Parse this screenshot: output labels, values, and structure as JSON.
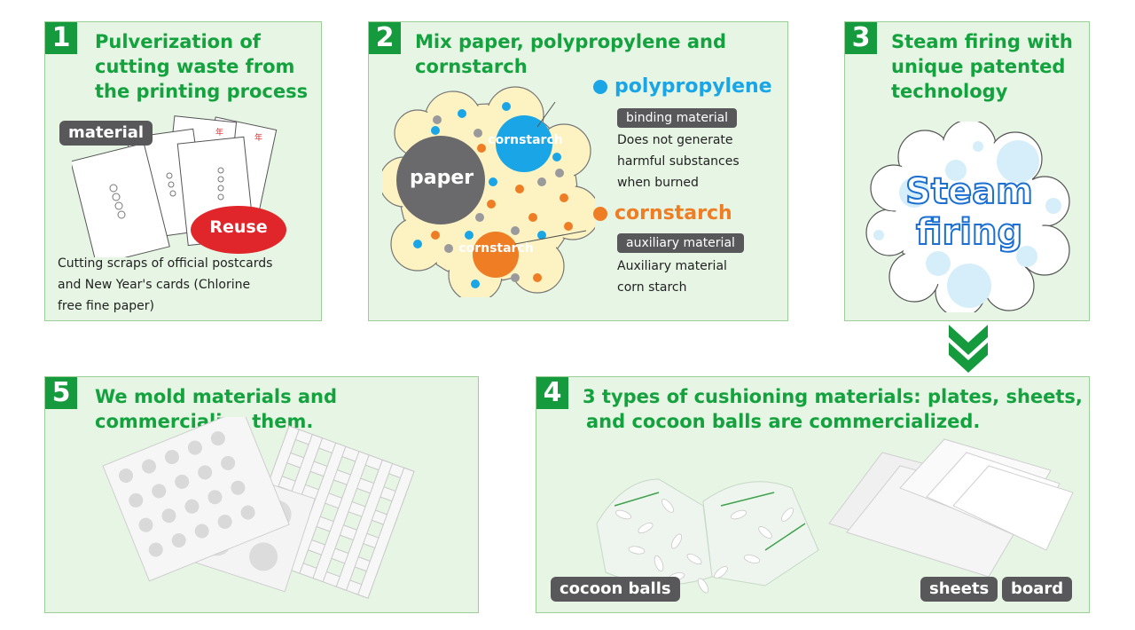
{
  "steps": [
    {
      "number": "1",
      "title": [
        "Pulverization of",
        "cutting waste from",
        "the printing process"
      ],
      "material_tag": "material",
      "reuse_label": "Reuse",
      "description": [
        "Cutting scraps of official postcards",
        "and New Year's cards (Chlorine",
        "free fine paper)"
      ]
    },
    {
      "number": "2",
      "title": [
        "Mix paper, polypropylene and",
        "cornstarch"
      ],
      "paper_label": "paper",
      "cornstarch_label": "cornstarch",
      "pp_name": "polypropylene",
      "pp_tag": "binding material",
      "pp_desc": [
        "Does not generate",
        "harmful substances",
        "when burned"
      ],
      "cs_name": "cornstarch",
      "cs_tag": "auxiliary material",
      "cs_desc": [
        "Auxiliary material",
        "corn starch"
      ]
    },
    {
      "number": "3",
      "title": [
        "Steam firing with",
        "unique patented",
        "technology"
      ],
      "cloud_text": [
        "Steam",
        "firing"
      ]
    },
    {
      "number": "4",
      "title": [
        "3 types of cushioning materials: plates, sheets,",
        "and cocoon balls are commercialized."
      ],
      "tags": [
        "cocoon balls",
        "sheets",
        "board"
      ]
    },
    {
      "number": "5",
      "title": [
        "We mold materials and",
        "commercialize them."
      ]
    }
  ],
  "colors": {
    "accent_green": "#13a23d",
    "badge_green": "#159a3e",
    "panel_bg": "#e6f5e4",
    "pp_blue": "#1aa6e6",
    "cs_orange": "#ee7d24",
    "reuse_red": "#e0262a",
    "tag_gray": "#58585a"
  }
}
